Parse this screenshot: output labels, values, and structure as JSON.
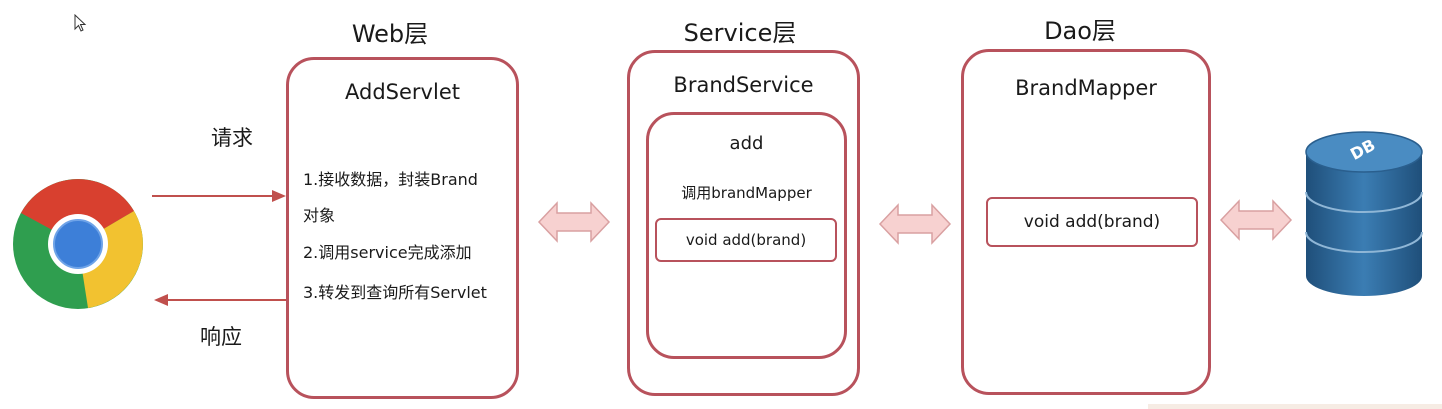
{
  "layers": {
    "web": "Web层",
    "service": "Service层",
    "dao": "Dao层"
  },
  "browser": {
    "request_label": "请求",
    "response_label": "响应",
    "icon": "chrome-icon"
  },
  "web_box": {
    "title": "AddServlet",
    "steps": [
      "1.接收数据，封装Brand",
      "对象",
      "2.调用service完成添加",
      "3.转发到查询所有Servlet"
    ]
  },
  "service_box": {
    "title": "BrandService",
    "method_name": "add",
    "call_text": "调用brandMapper",
    "signature": "void add(brand)"
  },
  "dao_box": {
    "title": "BrandMapper",
    "signature": "void add(brand)"
  },
  "database": {
    "label": "DB",
    "icon": "database-icon"
  },
  "colors": {
    "box_border": "#b8525c",
    "arrow_fill": "#f7d1d0",
    "arrow_stroke": "#d9a0a1",
    "request_arrow": "#c0504d",
    "db_blue": "#2e6a9c"
  }
}
